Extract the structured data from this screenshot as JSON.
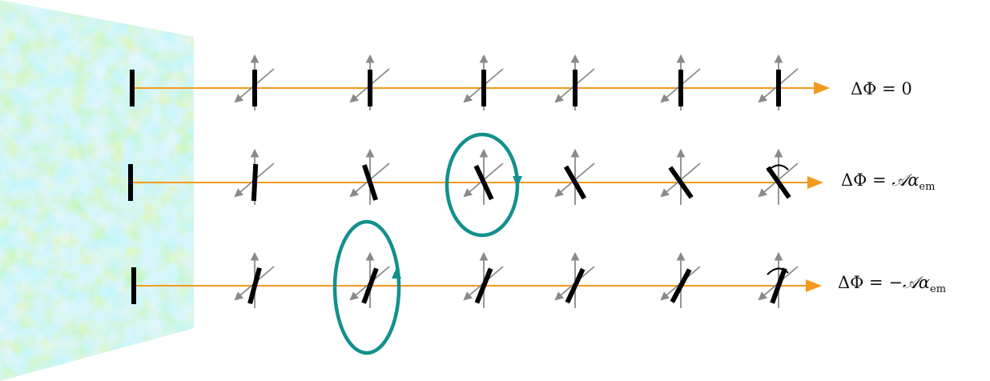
{
  "diagram": {
    "rows": [
      {
        "label_lhs": "ΔΦ = ",
        "label_rhs": "0",
        "label_symbol": "",
        "label_sub": "",
        "tilts_deg": [
          0,
          0,
          0,
          0,
          0,
          0,
          0
        ],
        "rotation_loop_at": null
      },
      {
        "label_lhs": "ΔΦ = ",
        "label_rhs": "",
        "label_symbol": "𝒜α",
        "label_sub": "em",
        "tilts_deg": [
          0,
          3,
          -18,
          -25,
          -30,
          -35,
          -35
        ],
        "rotation_loop_at": 3
      },
      {
        "label_lhs": "ΔΦ = −",
        "label_rhs": "",
        "label_symbol": "𝒜α",
        "label_sub": "em",
        "tilts_deg": [
          0,
          15,
          20,
          22,
          25,
          28,
          20
        ],
        "rotation_loop_at": 2
      }
    ],
    "colors": {
      "beam": "#f39a1e",
      "loop": "#13908c",
      "polarization_bar": "#000000",
      "axes": "#8a8a8a"
    }
  }
}
